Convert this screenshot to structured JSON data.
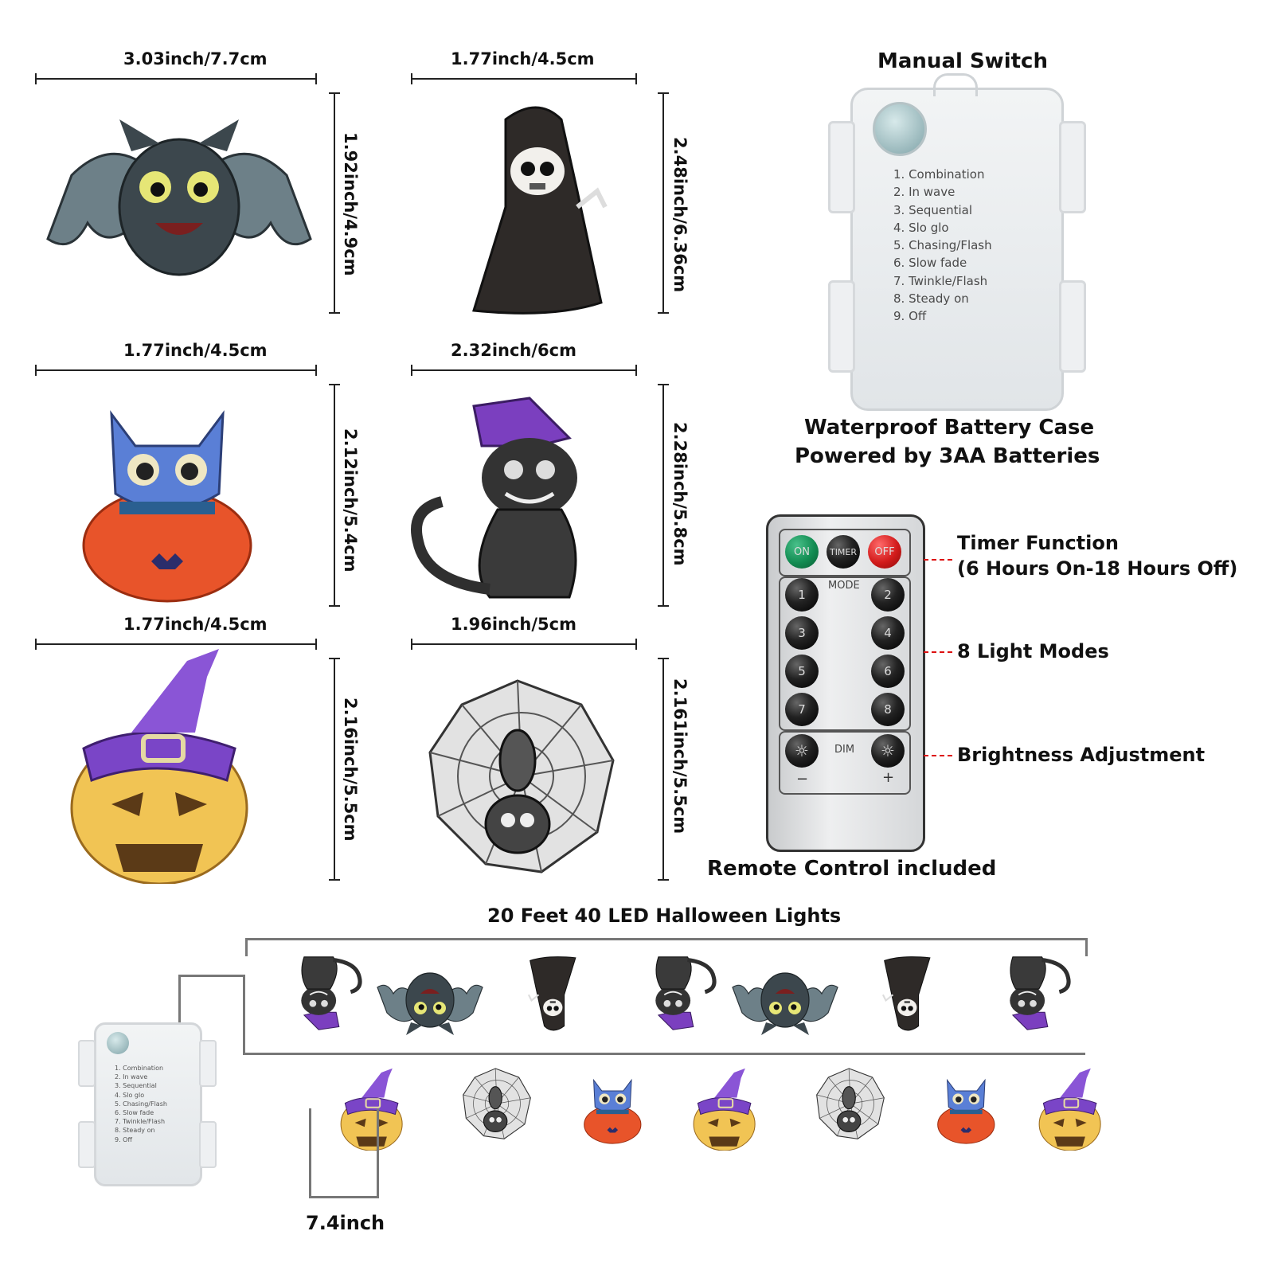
{
  "dimensions": {
    "bat": {
      "width": "3.03inch/7.7cm",
      "height": "1.92inch/4.9cm"
    },
    "reaper": {
      "width": "1.77inch/4.5cm",
      "height": "2.48inch/6.36cm"
    },
    "cat_pumpkin": {
      "width": "1.77inch/4.5cm",
      "height": "2.12inch/5.4cm"
    },
    "black_cat": {
      "width": "2.32inch/6cm",
      "height": "2.28inch/5.8cm"
    },
    "jack_o_lantern": {
      "width": "1.77inch/4.5cm",
      "height": "2.16inch/5.5cm"
    },
    "spider": {
      "width": "1.96inch/5cm",
      "height": "2.161inch/5.5cm"
    }
  },
  "battery_case": {
    "title": "Manual Switch",
    "modes": [
      "1. Combination",
      "2. In wave",
      "3. Sequential",
      "4. Slo glo",
      "5. Chasing/Flash",
      "6. Slow fade",
      "7. Twinkle/Flash",
      "8. Steady on",
      "9. Off"
    ],
    "caption_line1": "Waterproof Battery Case",
    "caption_line2": "Powered by 3AA Batteries"
  },
  "remote": {
    "btn_on": "ON",
    "btn_timer": "TIMER",
    "btn_off": "OFF",
    "mode_label": "MODE",
    "numbers": [
      "1",
      "2",
      "3",
      "4",
      "5",
      "6",
      "7",
      "8"
    ],
    "dim_label": "DIM",
    "minus": "−",
    "plus": "+",
    "callout_timer_line1": "Timer Function",
    "callout_timer_line2": "(6 Hours On-18 Hours Off)",
    "callout_modes": "8 Light Modes",
    "callout_brightness": "Brightness Adjustment",
    "caption": "Remote Control included"
  },
  "string_lights": {
    "title": "20 Feet 40 LED Halloween Lights",
    "spacing": "7.4inch"
  }
}
